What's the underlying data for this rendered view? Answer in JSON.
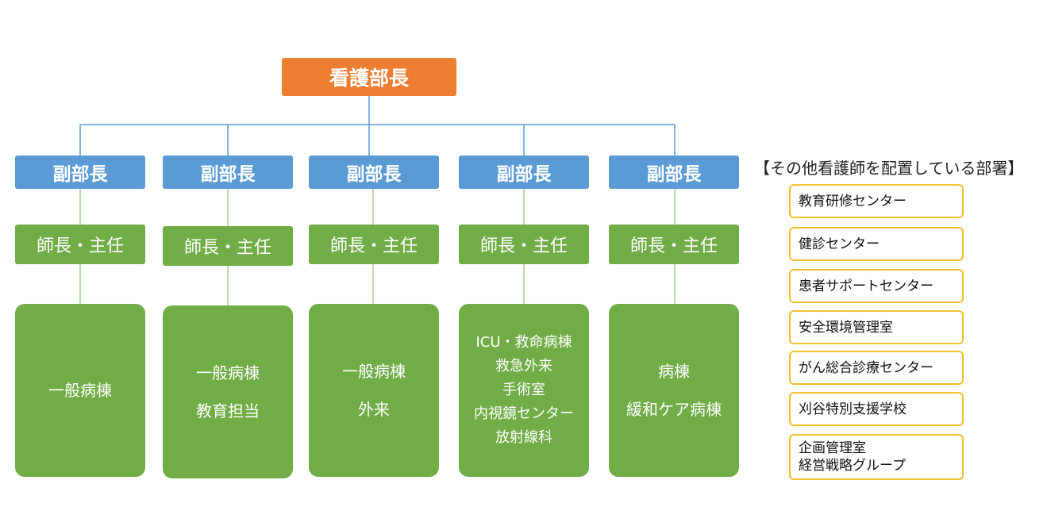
{
  "head": "看護部長",
  "vice_label": "副部長",
  "chief_label": "師長・主任",
  "columns": [
    {
      "wards": [
        "一般病棟"
      ]
    },
    {
      "wards": [
        "一般病棟",
        "教育担当"
      ]
    },
    {
      "wards": [
        "一般病棟",
        "外来"
      ]
    },
    {
      "wards": [
        "ICU・救命病棟",
        "救急外来",
        "手術室",
        "内視鏡センター",
        "放射線科"
      ]
    },
    {
      "wards": [
        "病棟",
        "緩和ケア病棟"
      ]
    }
  ],
  "other_title": "【その他看護師を配置している部署】",
  "other_departments": [
    [
      "教育研修センター"
    ],
    [
      "健診センター"
    ],
    [
      "患者サポートセンター"
    ],
    [
      "安全環境管理室"
    ],
    [
      "がん総合診療センター"
    ],
    [
      "刈谷特別支援学校"
    ],
    [
      "企画管理室",
      "経営戦略グループ"
    ]
  ],
  "colors": {
    "head": "#ed7d31",
    "vice": "#5b9bd5",
    "unit": "#70ad47",
    "dept_border": "#f2c12e",
    "line_blue": "#5b9bd5",
    "line_green": "#a9d18e"
  }
}
